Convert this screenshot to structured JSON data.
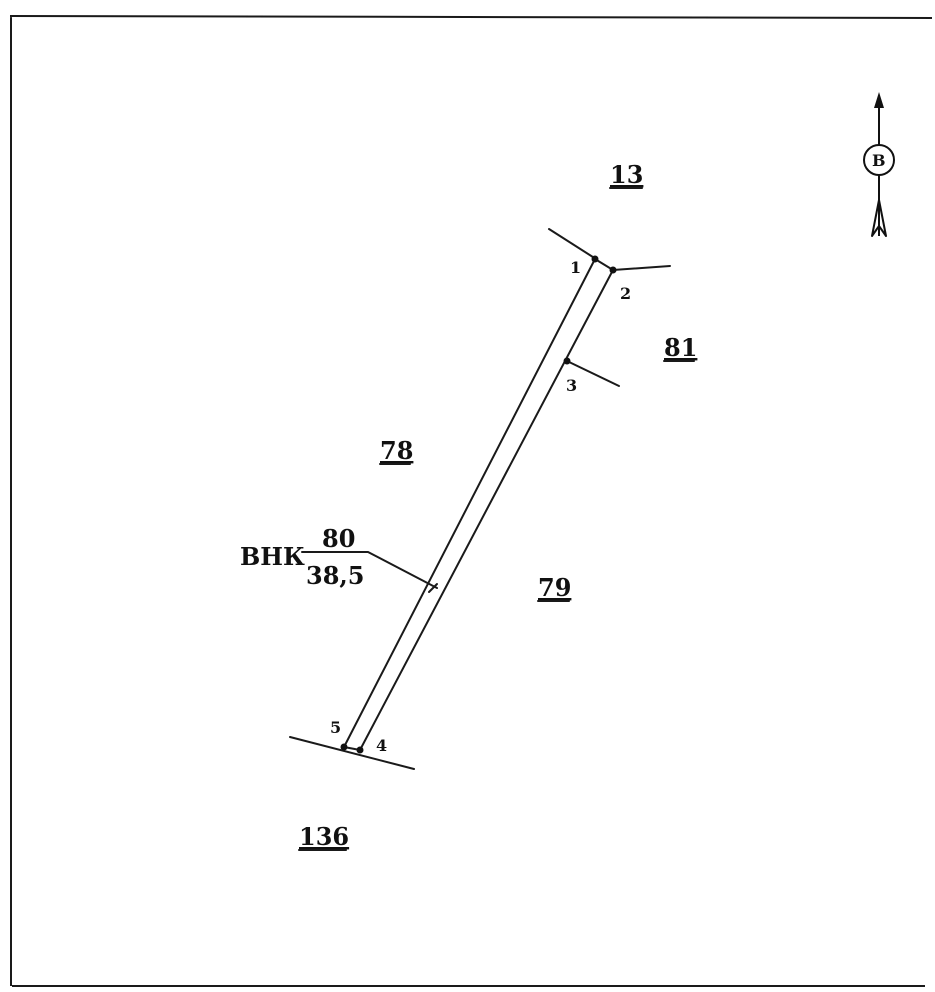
{
  "parcels": [
    {
      "id": "13",
      "label": "13"
    },
    {
      "id": "81",
      "label": "81"
    },
    {
      "id": "78",
      "label": "78"
    },
    {
      "id": "79",
      "label": "79"
    },
    {
      "id": "136",
      "label": "136"
    }
  ],
  "points": [
    "1",
    "2",
    "3",
    "4",
    "5"
  ],
  "callout": {
    "prefix": "ВНК",
    "numerator": "80",
    "denominator": "38,5"
  },
  "north_arrow": {
    "letter": "В"
  },
  "colors": {
    "ink": "#111111",
    "background": "#ffffff"
  }
}
